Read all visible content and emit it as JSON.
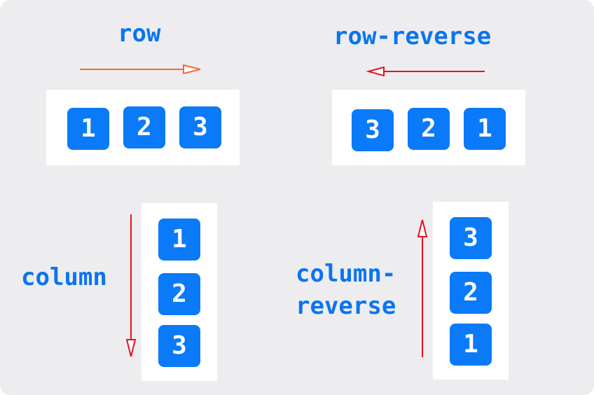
{
  "colors": {
    "background": "#ededf0",
    "panel": "#ffffff",
    "item": "#0a7af8",
    "item_text": "#ffffff",
    "label": "#0a74f0",
    "arrow_row": "#f26b3a",
    "arrow_other": "#e8121d"
  },
  "row": {
    "label": "row",
    "items": [
      "1",
      "2",
      "3"
    ]
  },
  "row_reverse": {
    "label": "row-reverse",
    "items": [
      "3",
      "2",
      "1"
    ]
  },
  "column": {
    "label": "column",
    "items": [
      "1",
      "2",
      "3"
    ]
  },
  "column_reverse": {
    "label_line1": "column-",
    "label_line2": "reverse",
    "items": [
      "3",
      "2",
      "1"
    ]
  },
  "arrows": {
    "row": "arrow-right-icon",
    "row_reverse": "arrow-left-icon",
    "column": "arrow-down-icon",
    "column_reverse": "arrow-up-icon"
  }
}
